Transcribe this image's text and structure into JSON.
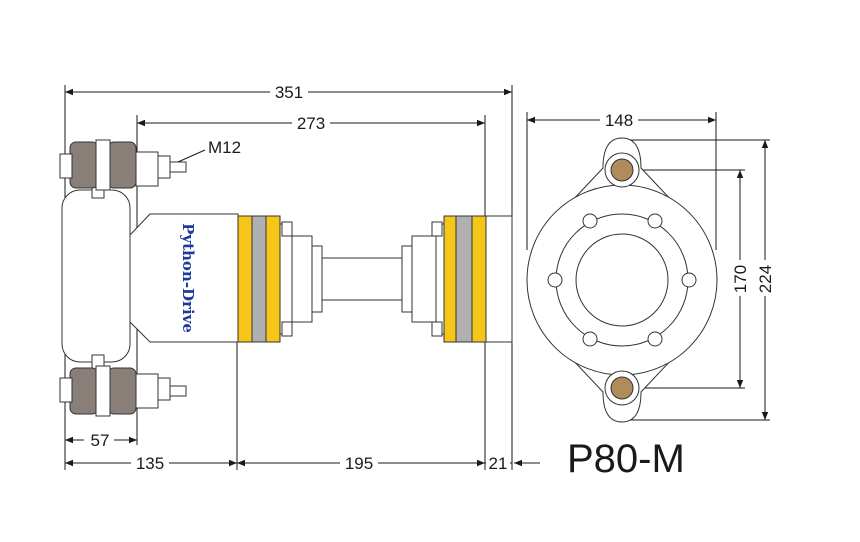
{
  "model": "P80-M",
  "brand": "Python-Drive",
  "dimensions": {
    "overall_length": "351",
    "length_273": "273",
    "flange_width": "148",
    "bolt_spacing": "170",
    "flange_height": "224",
    "bolt": "M12",
    "base_57": "57",
    "seg_135": "135",
    "seg_195": "195",
    "seg_21": "21"
  },
  "colors": {
    "yellow": "#f5c518",
    "gray": "#b0b0b0",
    "rubber": "#8a7f78",
    "brand_blue": "#1f3b9a"
  }
}
